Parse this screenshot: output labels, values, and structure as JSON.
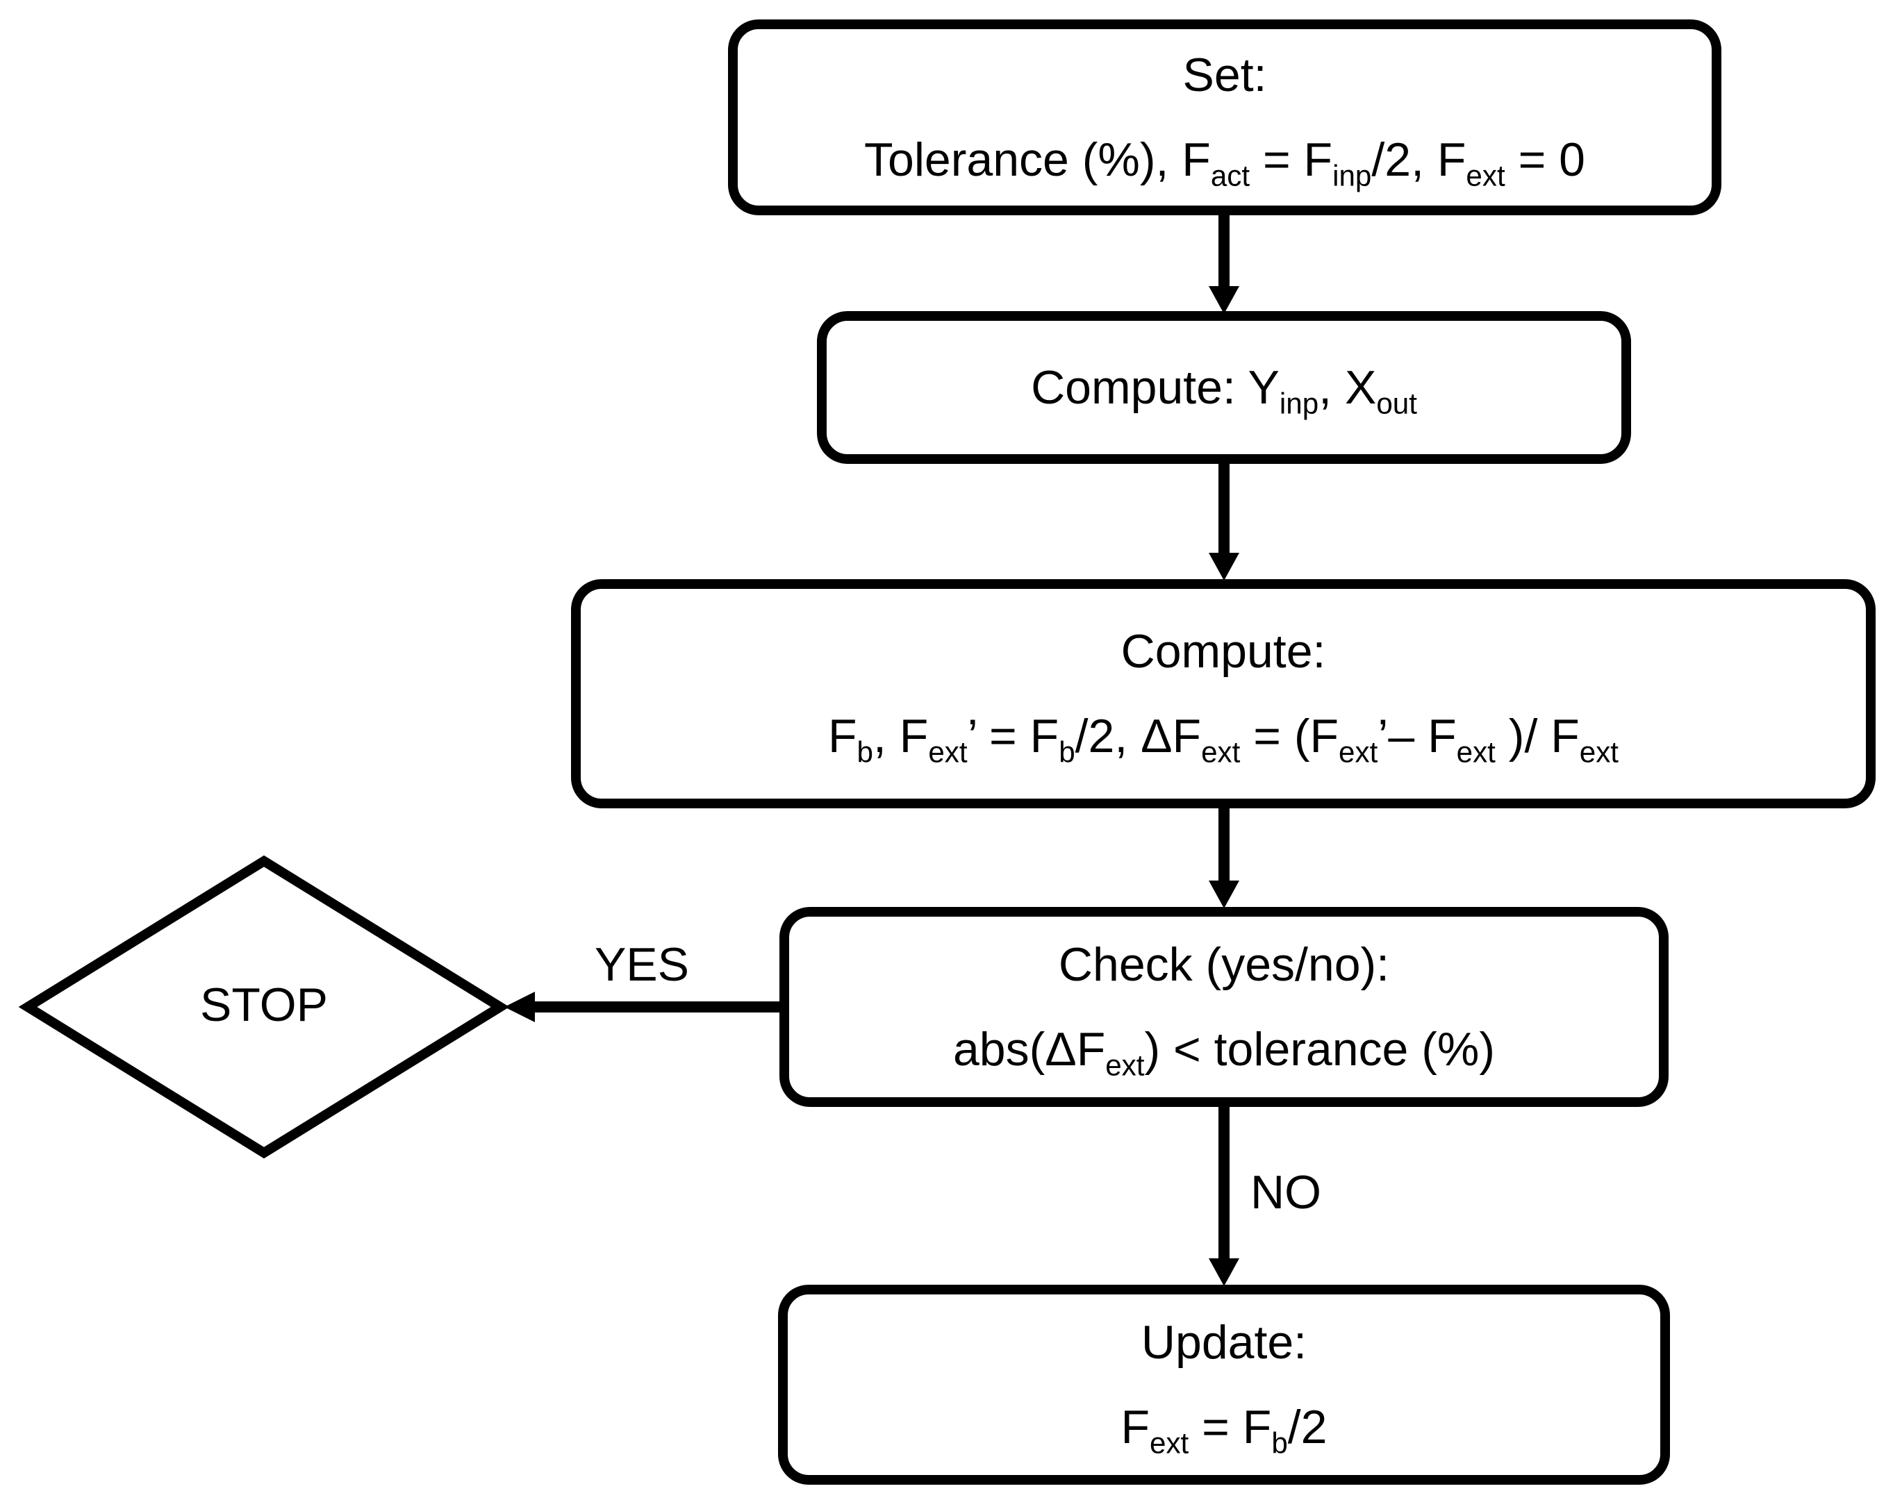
{
  "canvas": {
    "background_color": "#ffffff",
    "stroke_color": "#000000",
    "text_color": "#000000"
  },
  "nodes": {
    "set": {
      "title": "Set:",
      "formula": [
        {
          "t": "Tolerance (%), F"
        },
        {
          "sub": "act"
        },
        {
          "t": " = F"
        },
        {
          "sub": "inp"
        },
        {
          "t": "/2, F"
        },
        {
          "sub": "ext"
        },
        {
          "t": " = 0"
        }
      ]
    },
    "compute_io": {
      "formula": [
        {
          "t": "Compute: Y"
        },
        {
          "sub": "inp"
        },
        {
          "t": ", X"
        },
        {
          "sub": "out"
        }
      ]
    },
    "compute_forces": {
      "title": "Compute:",
      "formula": [
        {
          "t": "F"
        },
        {
          "sub": "b"
        },
        {
          "t": ", F"
        },
        {
          "sub": "ext"
        },
        {
          "t": "’ = F"
        },
        {
          "sub": "b"
        },
        {
          "t": "/2, ΔF"
        },
        {
          "sub": "ext"
        },
        {
          "t": " = (F"
        },
        {
          "sub": "ext"
        },
        {
          "t": "’– F"
        },
        {
          "sub": "ext"
        },
        {
          "t": " )/ F"
        },
        {
          "sub": "ext"
        }
      ]
    },
    "check": {
      "title": "Check (yes/no):",
      "formula": [
        {
          "t": "abs(ΔF"
        },
        {
          "sub": "ext"
        },
        {
          "t": ") < tolerance (%)"
        }
      ]
    },
    "update": {
      "title": "Update:",
      "formula": [
        {
          "t": "F"
        },
        {
          "sub": "ext"
        },
        {
          "t": " = F"
        },
        {
          "sub": "b"
        },
        {
          "t": "/2"
        }
      ]
    },
    "stop": {
      "label": "STOP"
    }
  },
  "edges": {
    "yes_label": "YES",
    "no_label": "NO"
  }
}
